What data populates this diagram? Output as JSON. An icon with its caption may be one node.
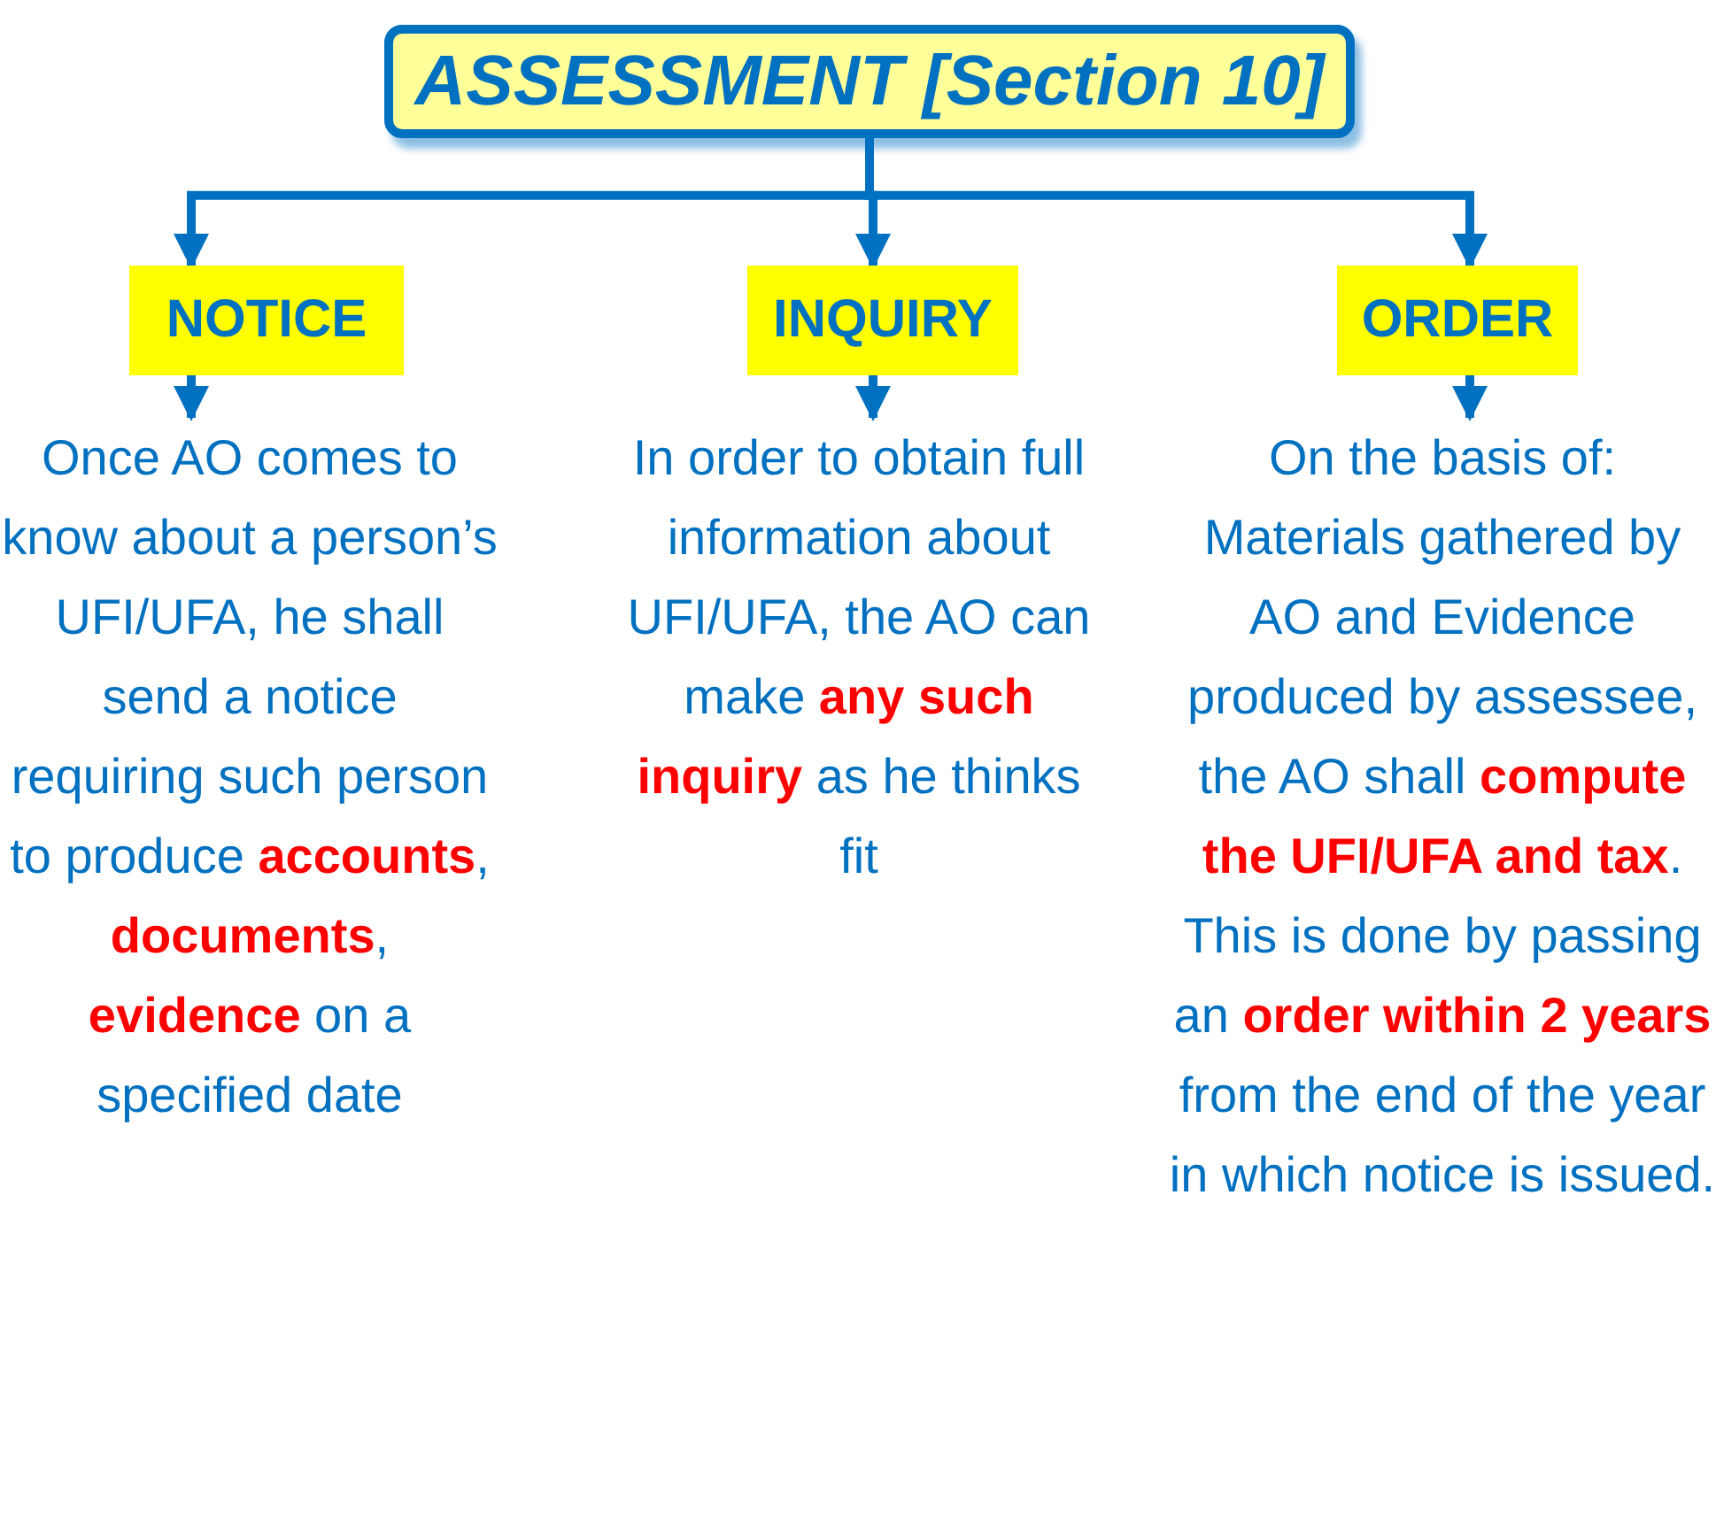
{
  "diagram": {
    "nodes": [
      {
        "text": [
          "ASSESSMENT [Section 10]"
        ]
      },
      {
        "text": [
          "NOTICE"
        ]
      },
      {
        "text": [
          "INQUIRY"
        ]
      },
      {
        "text": [
          "ORDER"
        ]
      },
      {
        "text": [
          "Once AO comes to know about a person’s UFI/UFA, he shall send a notice requiring such person to produce **accounts**, **documents**, **evidence** on a specified date"
        ]
      },
      {
        "text": [
          "In order to obtain full information about UFI/UFA, the AO can make **any such inquiry** as he thinks fit"
        ]
      },
      {
        "text": [
          "On the basis of:",
          "Materials gathered by AO and Evidence produced by assessee,",
          "the AO shall **compute the UFI/UFA  and tax**. This is done by passing an **order within 2 years** from the end of the year in which notice is issued."
        ]
      }
    ],
    "edges": [
      {
        "from": 0,
        "to": 1,
        "arrow": "to"
      },
      {
        "from": 0,
        "to": 2,
        "arrow": "to"
      },
      {
        "from": 0,
        "to": 3,
        "arrow": "to"
      },
      {
        "from": 1,
        "to": 4,
        "arrow": "to"
      },
      {
        "from": 2,
        "to": 5,
        "arrow": "to"
      },
      {
        "from": 3,
        "to": 6,
        "arrow": "to"
      }
    ]
  }
}
